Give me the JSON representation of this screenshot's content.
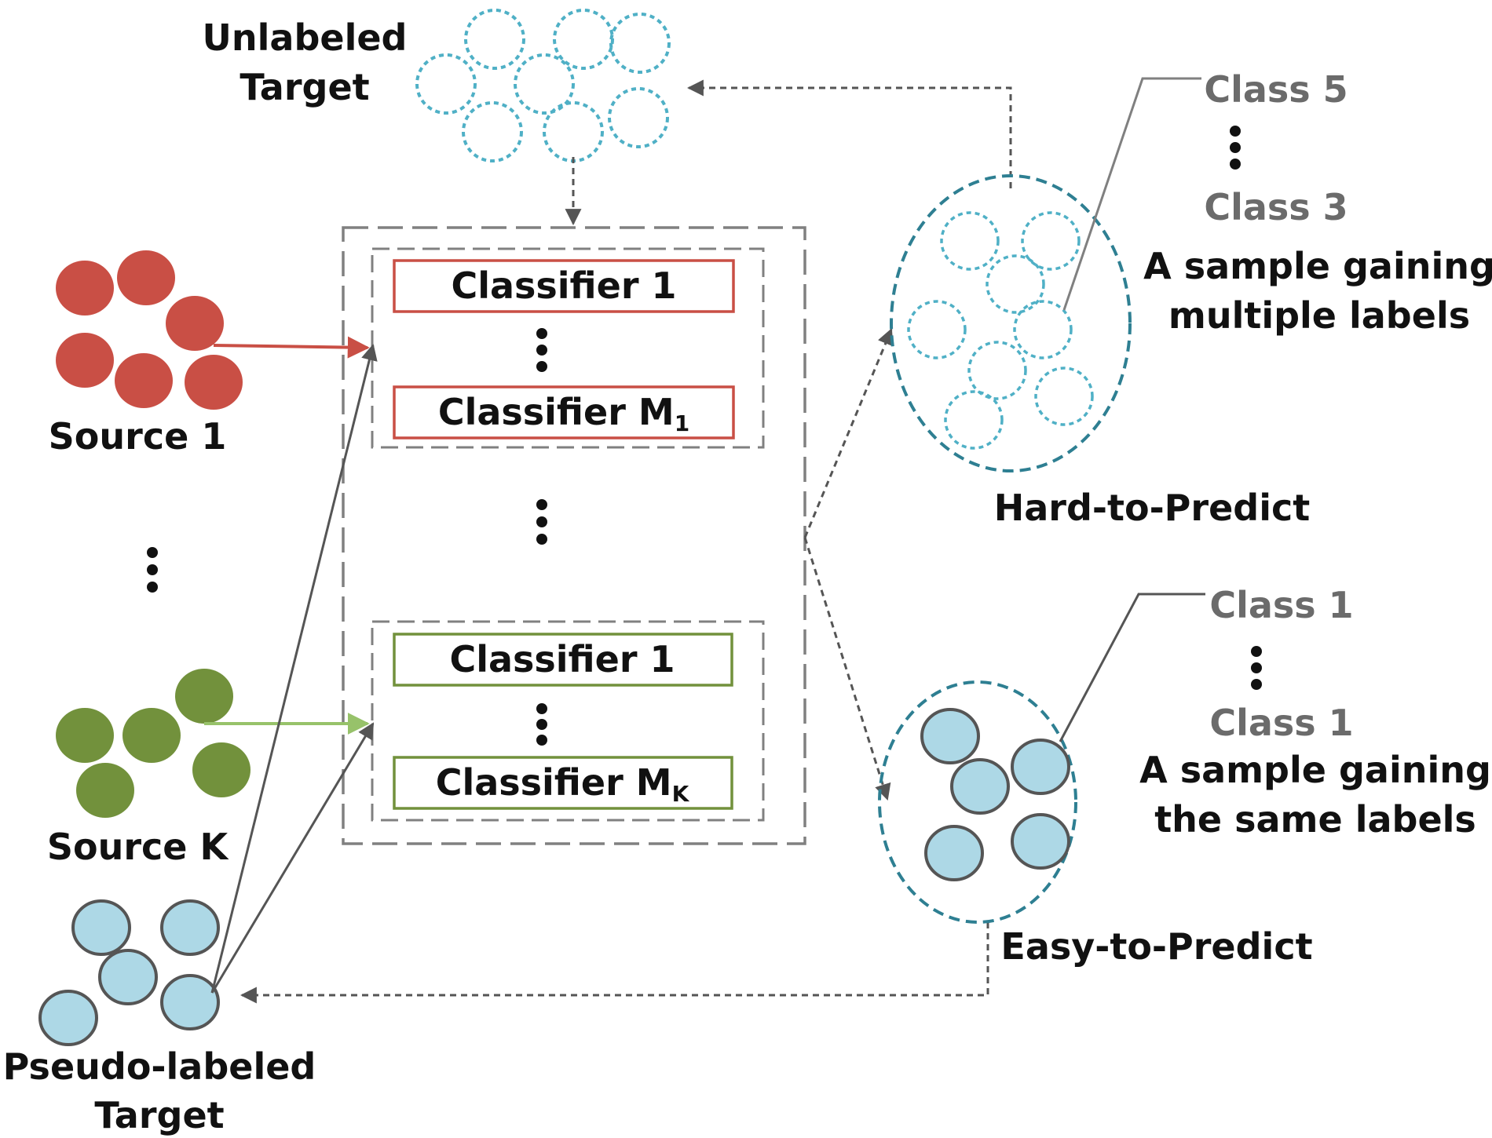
{
  "labels": {
    "unlabeled_target": [
      "Unlabeled",
      "Target"
    ],
    "source_1": "Source 1",
    "source_k": "Source K",
    "pseudo_labeled_target": [
      "Pseudo-labeled",
      "Target"
    ],
    "hard_to_predict": "Hard-to-Predict",
    "easy_to_predict": "Easy-to-Predict"
  },
  "classifier_groups": [
    {
      "source": "Source 1",
      "color": "#c94f45",
      "first": "Classifier 1",
      "last": {
        "text": "Classifier M",
        "subscript": "1"
      }
    },
    {
      "source": "Source K",
      "color": "#72913c",
      "first": "Classifier 1",
      "last": {
        "text": "Classifier M",
        "subscript": "K"
      }
    }
  ],
  "hard_callout": {
    "class_top": "Class 5",
    "class_bottom": "Class 3",
    "description": [
      "A sample gaining",
      "multiple labels"
    ]
  },
  "easy_callout": {
    "class_top": "Class 1",
    "class_bottom": "Class 1",
    "description": [
      "A sample gaining",
      "the same labels"
    ]
  },
  "colors": {
    "source_1": "#c94f45",
    "source_k": "#72913c",
    "source_k_arrow": "#97c26a",
    "target_light": "#add8e6",
    "target_dashed": "#4fb0c6",
    "ellipse_border": "#2e7f92",
    "connector_gray": "#555555",
    "frame_gray": "#808080",
    "callout_text_gray": "#6b6b6b"
  }
}
